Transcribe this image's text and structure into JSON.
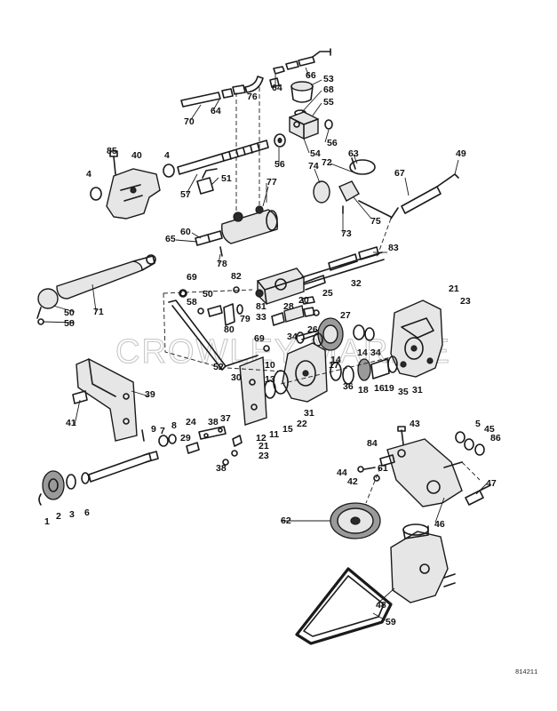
{
  "watermark": "CROWLEY MARINE",
  "figure_code": "814211",
  "callouts": [
    "1",
    "2",
    "3",
    "4",
    "5",
    "6",
    "7",
    "8",
    "9",
    "10",
    "11",
    "12",
    "13",
    "14",
    "15",
    "16",
    "17",
    "18",
    "19",
    "20",
    "21",
    "22",
    "23",
    "24",
    "25",
    "26",
    "27",
    "28",
    "29",
    "30",
    "31",
    "32",
    "33",
    "34",
    "35",
    "36",
    "37",
    "38",
    "39",
    "40",
    "41",
    "42",
    "43",
    "44",
    "45",
    "46",
    "47",
    "48",
    "49",
    "50",
    "51",
    "52",
    "53",
    "54",
    "55",
    "56",
    "57",
    "58",
    "59",
    "60",
    "61",
    "62",
    "63",
    "64",
    "65",
    "66",
    "67",
    "68",
    "69",
    "70",
    "71",
    "72",
    "73",
    "74",
    "75",
    "76",
    "77",
    "78",
    "79",
    "80",
    "81",
    "82",
    "83",
    "84",
    "85",
    "86"
  ]
}
